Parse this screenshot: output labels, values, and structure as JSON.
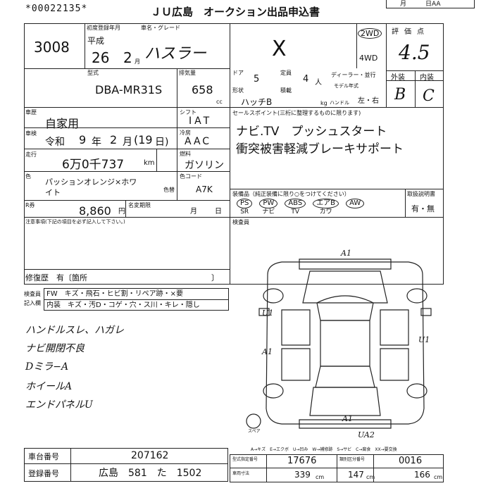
{
  "header": {
    "serial": "*00022135*",
    "title": "ＪＵ広島　オークション出品申込書",
    "date_box": "月　　　日AA"
  },
  "lot": {
    "number": "3008"
  },
  "vehicle": {
    "first_reg_label": "初度登録年月",
    "era": "平成",
    "year": "26",
    "month": "2",
    "month_unit": "月",
    "name_label": "車名・グレード",
    "name": "ハスラー",
    "grade": "X",
    "drive_2wd": "2WD",
    "drive_4wd": "4WD",
    "model_label": "型式",
    "model": "DBA-MR31S",
    "displacement_label": "排気量",
    "displacement": "658",
    "cc": "cc",
    "doors_label": "ドア",
    "doors": "5",
    "capacity_label": "定員",
    "capacity": "4",
    "capacity_unit": "人",
    "dealer_label": "ディーラー・並行",
    "model_year_label": "モデル年式",
    "shape_label": "形状",
    "load_label": "積載",
    "shape": "ハッチB",
    "kg": "kg",
    "handle_label": "ハンドル",
    "handle": "左・右"
  },
  "rating": {
    "label": "評価点",
    "score": "4.5",
    "exterior_label": "外装",
    "interior_label": "内装",
    "exterior": "B",
    "interior": "C"
  },
  "usage": {
    "label": "車歴",
    "value": "自家用"
  },
  "inspection": {
    "label": "車検",
    "era": "令和",
    "year": "9",
    "year_unit": "年",
    "month": "2",
    "month_unit": "月",
    "day": "(19",
    "day_unit": "日)"
  },
  "mileage": {
    "label": "走行",
    "value": "6万0千737",
    "unit": "km"
  },
  "shift": {
    "label": "シフト",
    "value": "IAT"
  },
  "aircon": {
    "label": "冷房",
    "value": "AAC"
  },
  "fuel": {
    "label": "燃料",
    "value": "ガソリン"
  },
  "color": {
    "label": "色",
    "line1": "パッションオレンジ×ホワ",
    "line2": "イト",
    "paint_label": "色替",
    "code_label": "色コード",
    "code": "A7K"
  },
  "recycle": {
    "label": "R券",
    "value": "8,860",
    "yen": "円",
    "name_change_label": "名変期限",
    "month": "月",
    "day": "日"
  },
  "notes": {
    "label": "注意事項(下記の項目を必ず記入して下さい。)",
    "repair_history": "修復歴　有〔箇所　　　　　　　　　　　　　　　　〕"
  },
  "legend_box": {
    "code_label1": "検査員",
    "code_label2": "記入欄",
    "line1": "FW　キズ・飛石・ヒビ割・リペア跡・×要",
    "line2": "内装　キズ・汚D・コゲ・穴・ス川・キレ・隠し"
  },
  "handwritten": [
    "ハンドルスレ、ハガレ",
    "ナビ開閉不良",
    "Dミラ−A",
    "ホイールA",
    "エンドパネルU"
  ],
  "sales_points": {
    "label": "セールスポイント(三桁に整理するものに限ります)",
    "line1": "ナビ.TV　プッシュスタート",
    "line2": "衝突被害軽減ブレーキサポート"
  },
  "equipment": {
    "label": "装備品（純正装備に限り○をつけてください）",
    "items": [
      {
        "code": "PS",
        "name": "SR"
      },
      {
        "code": "PW",
        "name": "ナビ"
      },
      {
        "code": "ABS",
        "name": "TV"
      },
      {
        "code": "エアB",
        "name": "カワ"
      },
      {
        "code": "AW",
        "name": ""
      }
    ],
    "manual_label": "取扱説明書",
    "manual_value": "有・無"
  },
  "background": {
    "label": "検査員"
  },
  "diagram": {
    "marks": [
      "A1",
      "U1",
      "A1",
      "U1",
      "A1",
      "UA2"
    ],
    "spare": "スペア",
    "legend": "A→キズ　E→エクボ　U→凹み　W→補修跡　S→サビ　C→腐食　XX→要交換"
  },
  "footer": {
    "chassis_label": "車台番号",
    "chassis": "207162",
    "reg_label": "登録番号",
    "reg": "広島　581　た　1502",
    "type_cert_label": "型式指定番号",
    "type_cert": "17676",
    "class_label": "類別区分番号",
    "class": "0016",
    "length_label": "車両寸法",
    "length": "339",
    "width": "147",
    "height": "166",
    "cm": "cm"
  }
}
